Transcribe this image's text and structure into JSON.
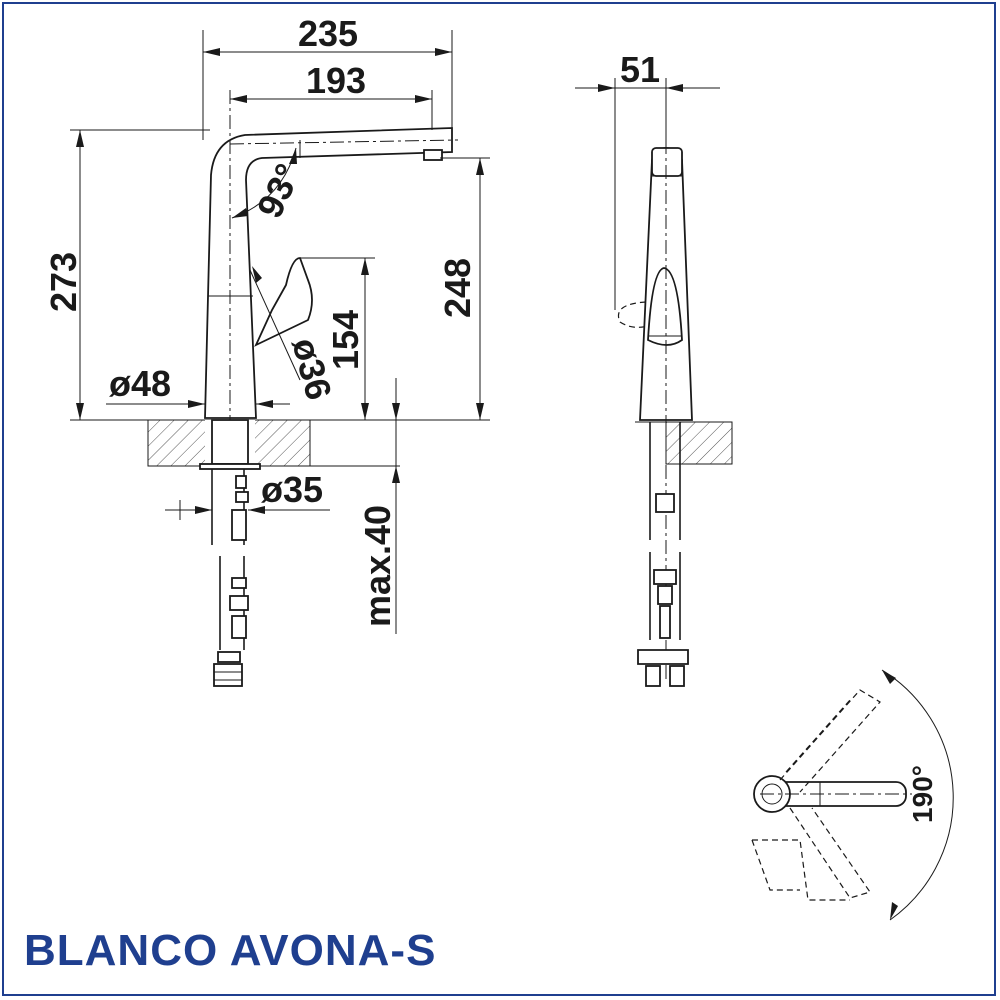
{
  "title": "BLANCO AVONA-S",
  "dimensions": {
    "width_total": "235",
    "spout_reach": "193",
    "height_total": "273",
    "height_outlet": "248",
    "lever_height": "154",
    "base_diameter": "ø48",
    "lever_diameter": "ø36",
    "hole_diameter": "ø35",
    "spout_angle": "93°",
    "max_thickness": "max.40",
    "side_width": "51",
    "swivel_angle": "190°"
  },
  "colors": {
    "brand": "#1f3f8f",
    "line": "#1a1a1a"
  }
}
